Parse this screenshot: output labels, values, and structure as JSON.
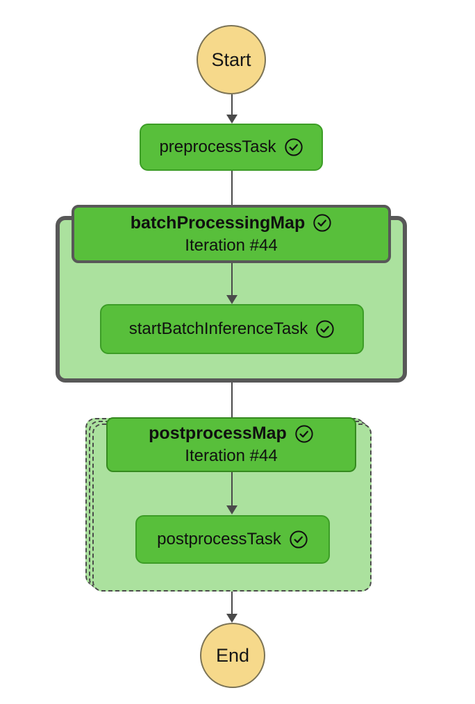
{
  "start": {
    "label": "Start"
  },
  "end": {
    "label": "End"
  },
  "nodes": {
    "preprocessTask": {
      "label": "preprocessTask",
      "status_icon": "check-circle"
    },
    "batchProcessingMap": {
      "label": "batchProcessingMap",
      "iteration": "Iteration #44",
      "status_icon": "check-circle"
    },
    "startBatchInferenceTask": {
      "label": "startBatchInferenceTask",
      "status_icon": "check-circle"
    },
    "postprocessMap": {
      "label": "postprocessMap",
      "iteration": "Iteration #44",
      "status_icon": "check-circle"
    },
    "postprocessTask": {
      "label": "postprocessTask",
      "status_icon": "check-circle"
    }
  },
  "colors": {
    "node_green": "#58BF3B",
    "node_border_green": "#3C9D26",
    "container_light_green": "#ABE19E",
    "container_border_gray": "#585858",
    "map_header_border_green": "#358A1F",
    "terminal_fill_yellow": "#F6D98B",
    "terminal_border": "#7B7355",
    "arrow_gray": "#4A4A4A",
    "text": "#111111"
  }
}
